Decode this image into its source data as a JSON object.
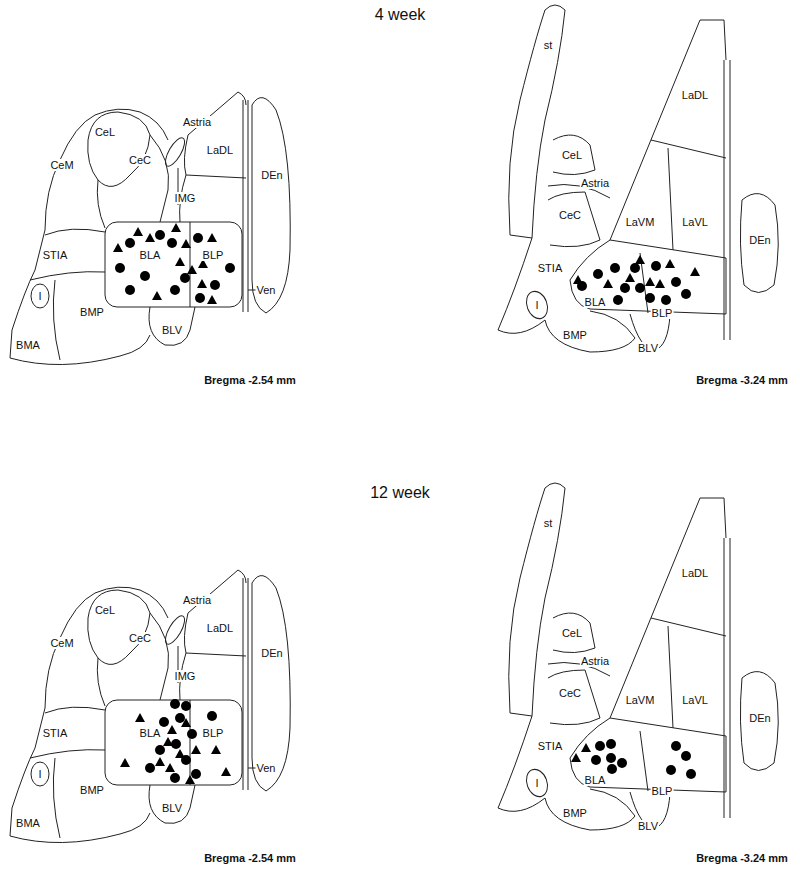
{
  "diagram": {
    "labels": [
      "4 week",
      "CeL",
      "CeM",
      "Astria",
      "CeC",
      "LaDL",
      "IMG",
      "STIA",
      "BLA",
      "BLP",
      "DEn",
      "Ven",
      "I",
      "BMA",
      "BMP",
      "BLV",
      "Bregma -2.54 mm",
      "st",
      "CeL",
      "LaDL",
      "Astria",
      "CeC",
      "LaVM",
      "LaVL",
      "DEn",
      "STIA",
      "I",
      "BLA",
      "BLP",
      "BMP",
      "BLV",
      "Bregma -3.24 mm",
      "12 week",
      "CeL",
      "CeM",
      "Astria",
      "CeC",
      "LaDL",
      "IMG",
      "STIA",
      "BLA",
      "BLP",
      "DEn",
      "Ven",
      "I",
      "BMA",
      "BMP",
      "BLV",
      "Bregma -2.54 mm",
      "st",
      "CeL",
      "LaDL",
      "Astria",
      "CeC",
      "LaVM",
      "LaVL",
      "DEn",
      "STIA",
      "I",
      "BLA",
      "BLP",
      "BMP",
      "BLV",
      "Bregma -3.24 mm"
    ]
  }
}
